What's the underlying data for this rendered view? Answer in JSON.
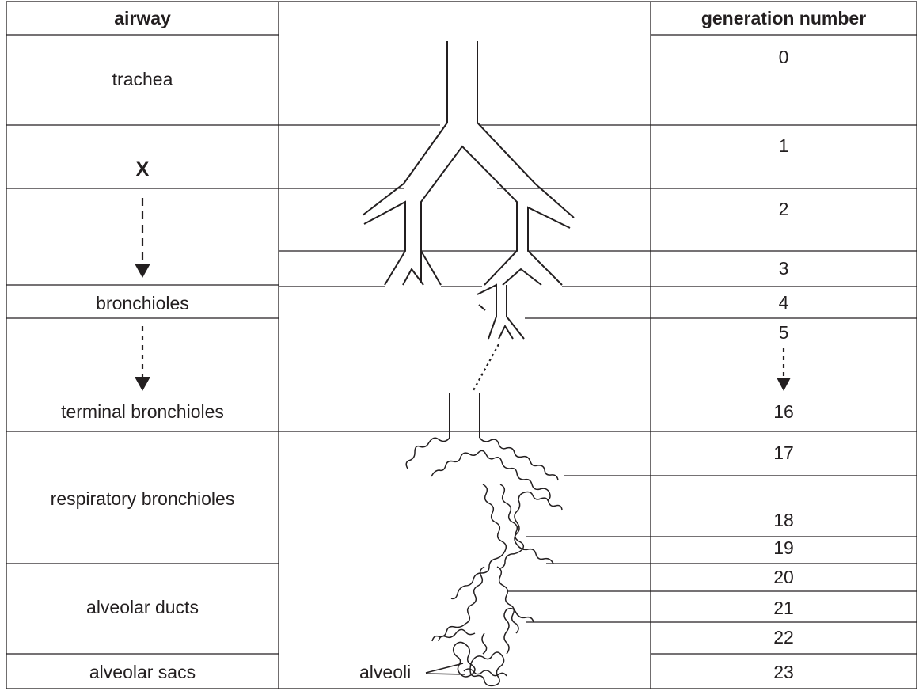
{
  "header": {
    "airway": "airway",
    "generation": "generation number"
  },
  "airways": {
    "trachea": "trachea",
    "x": "X",
    "bronchioles": "bronchioles",
    "terminal": "terminal bronchioles",
    "respiratory": "respiratory bronchioles",
    "ducts": "alveolar ducts",
    "sacs": "alveolar sacs"
  },
  "generations": {
    "g0": "0",
    "g1": "1",
    "g2": "2",
    "g3": "3",
    "g4": "4",
    "g5": "5",
    "g16": "16",
    "g17": "17",
    "g18": "18",
    "g19": "19",
    "g20": "20",
    "g21": "21",
    "g22": "22",
    "g23": "23"
  },
  "labels": {
    "alveoli": "alveoli"
  }
}
